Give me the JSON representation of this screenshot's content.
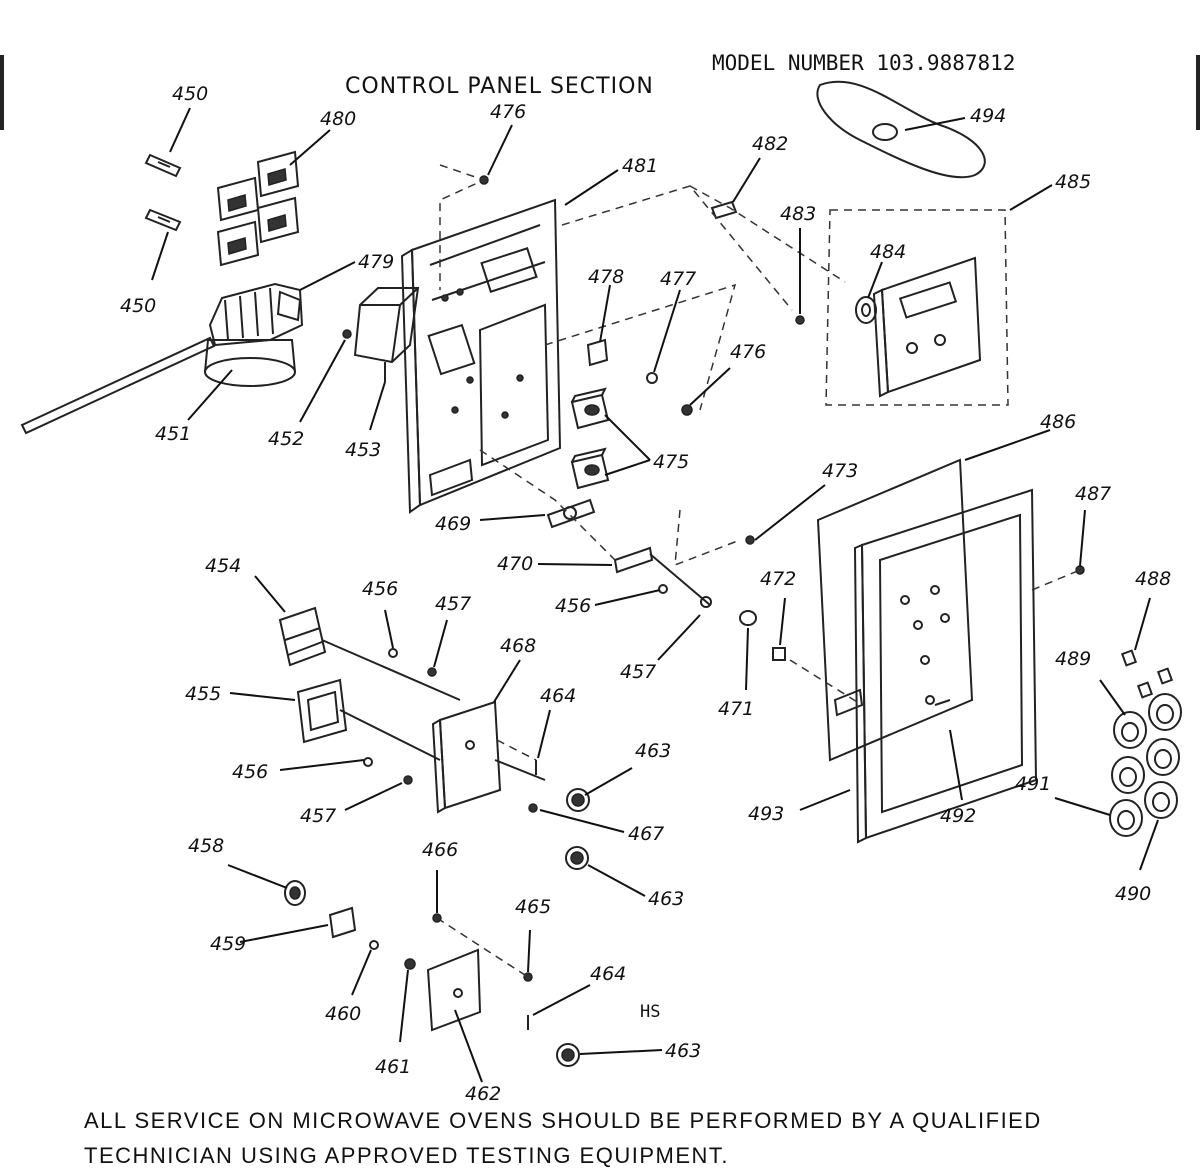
{
  "title": "CONTROL PANEL SECTION",
  "model_number": "MODEL NUMBER 103.9887812",
  "mark": "HS",
  "note": {
    "line1": "ALL SERVICE ON MICROWAVE OVENS SHOULD BE PERFORMED BY A QUALIFIED",
    "line2": "TECHNICIAN USING APPROVED TESTING EQUIPMENT."
  },
  "parts": {
    "p450a": "450",
    "p450b": "450",
    "p451": "451",
    "p452": "452",
    "p453": "453",
    "p454": "454",
    "p455": "455",
    "p456a": "456",
    "p456b": "456",
    "p456c": "456",
    "p457a": "457",
    "p457b": "457",
    "p457c": "457",
    "p458": "458",
    "p459": "459",
    "p460": "460",
    "p461": "461",
    "p462": "462",
    "p463a": "463",
    "p463b": "463",
    "p463c": "463",
    "p464a": "464",
    "p464b": "464",
    "p465": "465",
    "p466": "466",
    "p467": "467",
    "p468": "468",
    "p469": "469",
    "p470": "470",
    "p471": "471",
    "p472": "472",
    "p473": "473",
    "p475": "475",
    "p476a": "476",
    "p476b": "476",
    "p477": "477",
    "p478": "478",
    "p479": "479",
    "p480": "480",
    "p481": "481",
    "p482": "482",
    "p483": "483",
    "p484": "484",
    "p485": "485",
    "p486": "486",
    "p487": "487",
    "p488": "488",
    "p489": "489",
    "p490": "490",
    "p491": "491",
    "p492": "492",
    "p493": "493",
    "p494": "494"
  }
}
